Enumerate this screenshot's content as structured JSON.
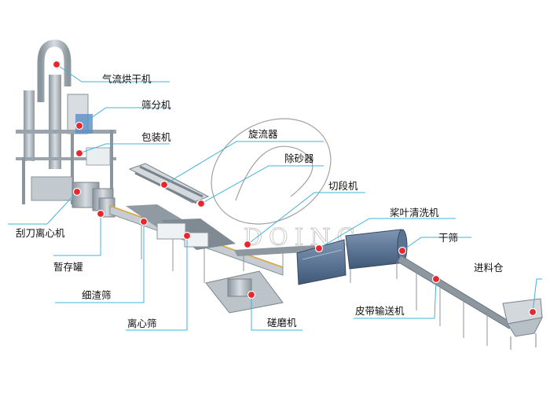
{
  "diagram": {
    "watermark": "DOING",
    "leader_color": "#3fb3d9",
    "marker_color": "#e8262c",
    "labels": {
      "air_dryer": "气流烘干机",
      "screening": "筛分机",
      "packing": "包装机",
      "hydrocyclone": "旋流器",
      "desander": "除砂器",
      "cutter": "切段机",
      "paddle_washer": "桨叶清洗机",
      "dry_sieve": "干筛",
      "feed_bin": "进料仓",
      "scraper_centrifuge": "刮刀离心机",
      "storage_tank": "暂存罐",
      "fine_residue_sieve": "细渣筛",
      "centrifugal_sieve": "离心筛",
      "rasper": "磋磨机",
      "belt_conveyor": "皮带输送机"
    }
  }
}
